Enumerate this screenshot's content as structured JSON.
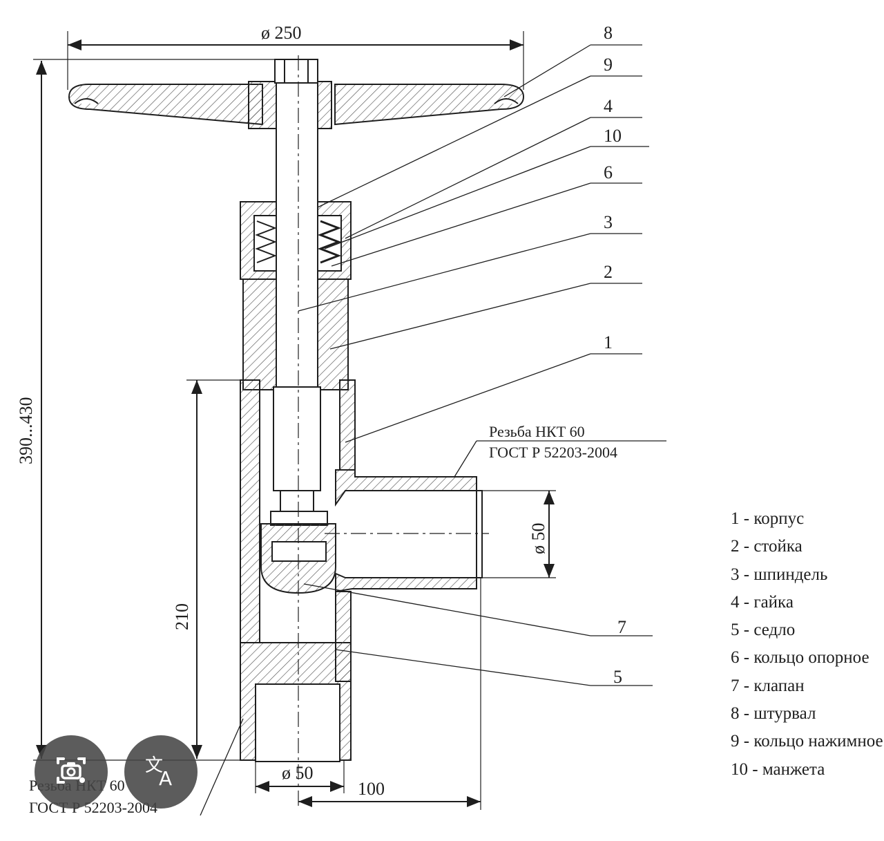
{
  "dimensions": {
    "handwheel_diameter": "ø 250",
    "overall_height": "390...430",
    "lower_height": "210",
    "side_bore": "ø 50",
    "bottom_bore": "ø 50",
    "side_offset": "100"
  },
  "callouts": [
    "8",
    "9",
    "4",
    "10",
    "6",
    "3",
    "2",
    "1",
    "7",
    "5"
  ],
  "thread_note_side": {
    "line1": "Резьба НКТ 60",
    "line2": "ГОСТ Р 52203-2004"
  },
  "thread_note_bottom": {
    "line1": "Резьба НКТ 60",
    "line2": "ГОСТ Р 52203-2004"
  },
  "legend": [
    "1 - корпус",
    "2 - стойка",
    "3 - шпиндель",
    "4 - гайка",
    "5 - седло",
    "6 - кольцо опорное",
    "7 - клапан",
    "8 - штурвал",
    "9 - кольцо нажимное",
    "10 - манжета"
  ],
  "overlay_buttons": {
    "lens_icon": "camera-search-icon",
    "translate_icon": "translate-icon"
  },
  "colors": {
    "line": "#1e1e1e",
    "overlay": "#464646"
  }
}
